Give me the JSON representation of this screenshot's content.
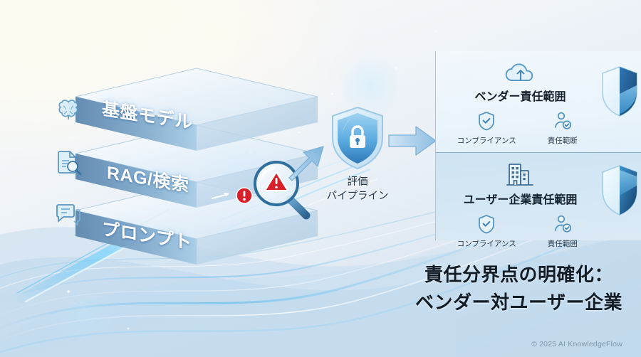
{
  "stack": {
    "layers": [
      {
        "id": "foundation",
        "label": "基盤モデル",
        "icon": "brain-icon"
      },
      {
        "id": "rag",
        "label": "RAG/検索",
        "icon": "document-search-icon"
      },
      {
        "id": "prompt",
        "label": "プロンプト",
        "icon": "chat-bubble-icon"
      }
    ],
    "alerts": [
      {
        "name": "alert-badge-icon",
        "glyph": "!"
      },
      {
        "name": "magnifier-warning-icon",
        "glyph": "warning-triangle"
      }
    ]
  },
  "pipeline": {
    "icon": "lock-shield-icon",
    "label_line1": "評価",
    "label_line2": "パイプライン",
    "flow_arrow": "arrow-right-icon"
  },
  "panel": {
    "sections": [
      {
        "id": "vendor",
        "title": "ベンダー責任範囲",
        "top_icon": "cloud-upload-icon",
        "shield": "shield-half-icon",
        "items": [
          {
            "icon": "shield-check-icon",
            "label": "コンプライアンス"
          },
          {
            "icon": "person-check-icon",
            "label": "責任範断"
          }
        ]
      },
      {
        "id": "user",
        "title": "ユーザー企業責任範囲",
        "top_icon": "building-icon",
        "shield": "shield-half-icon",
        "items": [
          {
            "icon": "shield-check-icon",
            "label": "コンプライアンス"
          },
          {
            "icon": "person-check-icon",
            "label": "責任範囲"
          }
        ]
      }
    ]
  },
  "headline": {
    "line1": "責任分界点の明確化：",
    "line2": "ベンダー対ユーザー企業"
  },
  "footer": {
    "copyright": "© 2025 AI KnowledgeFlow"
  },
  "colors": {
    "accent_blue": "#3d8fd0",
    "deep_blue": "#1b5d96",
    "alert_red": "#d8202a",
    "panel_border": "#89b2cd",
    "text_dark": "#15222e"
  }
}
